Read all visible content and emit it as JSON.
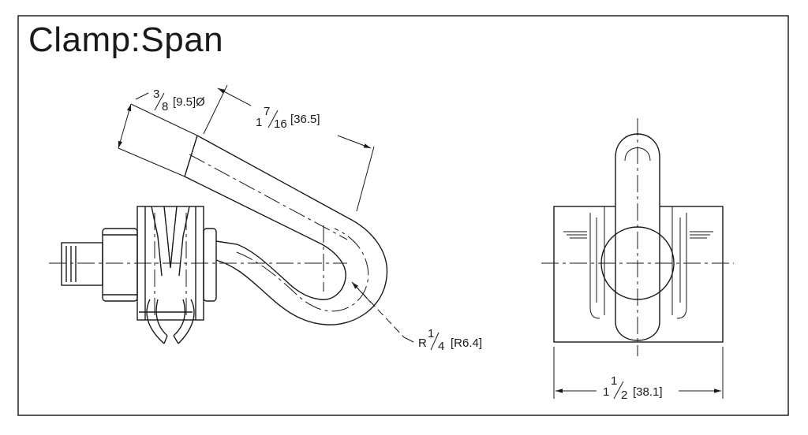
{
  "title": "Clamp:Span",
  "dimensions": {
    "rod_diameter": {
      "whole": "",
      "num": "3",
      "den": "8",
      "metric": "[9.5]Ø"
    },
    "straight_length": {
      "whole": "1",
      "num": "7",
      "den": "16",
      "metric": "[36.5]"
    },
    "bend_radius": {
      "prefix": "R",
      "num": "1",
      "den": "4",
      "metric": "[R6.4]"
    },
    "overall_width": {
      "whole": "1",
      "num": "1",
      "den": "2",
      "metric": "[38.1]"
    }
  },
  "colors": {
    "line": "#1a1a1a",
    "border": "#222222",
    "paper": "#ffffff"
  }
}
